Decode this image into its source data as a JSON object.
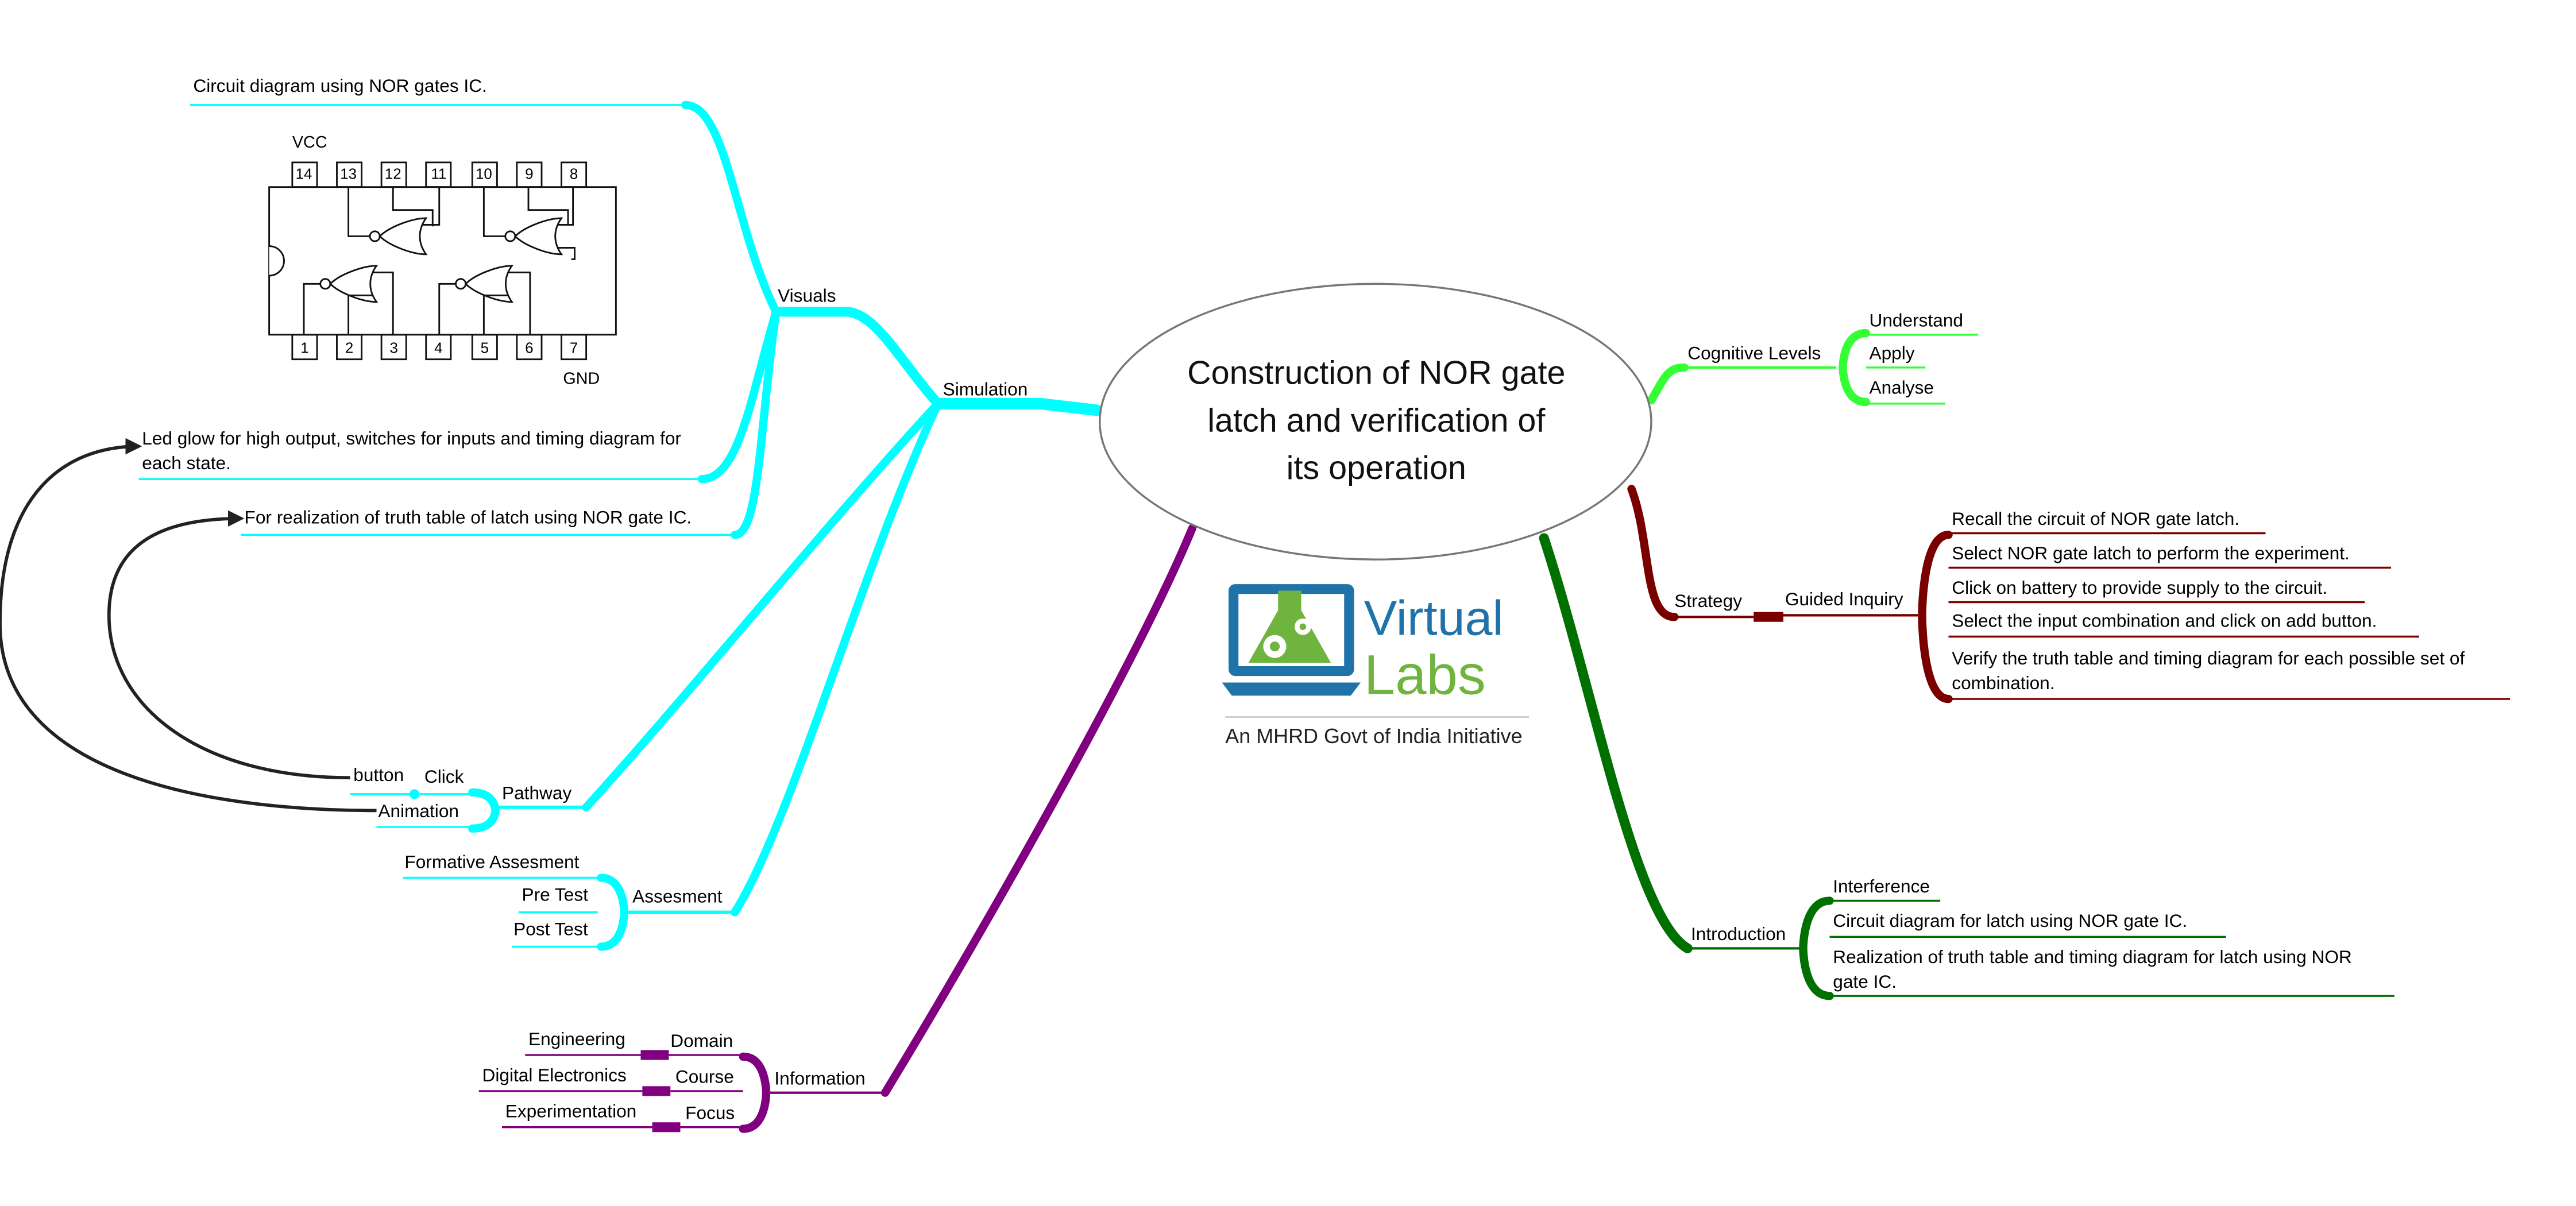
{
  "central_topic": "Construction of NOR gate latch and verification of its operation",
  "logo": {
    "word1": "Virtual",
    "word2": "Labs",
    "tagline": "An MHRD Govt of India Initiative"
  },
  "branches": {
    "simulation": {
      "label": "Simulation",
      "color": "#00ffff",
      "visuals": {
        "label": "Visuals",
        "items": [
          "Circuit diagram using NOR gates IC.",
          "Led glow for high output, switches for inputs and timing diagram for each state.",
          "For realization of truth table of latch using NOR gate IC."
        ]
      },
      "pathway": {
        "label": "Pathway",
        "click": "Click",
        "button": "button",
        "animation": "Animation"
      },
      "assesment": {
        "label": "Assesment",
        "items": [
          "Formative Assesment",
          "Pre Test",
          "Post Test"
        ]
      }
    },
    "cognitive_levels": {
      "label": "Cognitive Levels",
      "color": "#33ff33",
      "items": [
        "Understand",
        "Apply",
        "Analyse"
      ]
    },
    "strategy": {
      "label": "Strategy",
      "color": "#7a0000",
      "guided_inquiry": {
        "label": "Guided Inquiry",
        "items": [
          "Recall the circuit of NOR gate latch.",
          "Select NOR gate latch to perform the experiment.",
          "Click on battery to provide supply to the circuit.",
          "Select the input combination and click on add button.",
          "Verify the truth table and timing diagram for each possible set of combination."
        ]
      }
    },
    "introduction": {
      "label": "Introduction",
      "color": "#007000",
      "items": [
        "Interference",
        "Circuit diagram for latch using NOR gate IC.",
        "Realization of truth table and timing diagram for latch using NOR gate IC."
      ]
    },
    "information": {
      "label": "Information",
      "color": "#800080",
      "items": [
        {
          "key": "Domain",
          "value": "Engineering"
        },
        {
          "key": "Course",
          "value": "Digital Electronics"
        },
        {
          "key": "Focus",
          "value": "Experimentation"
        }
      ]
    }
  },
  "ic_diagram": {
    "vcc": "VCC",
    "gnd": "GND",
    "top_pins": [
      "14",
      "13",
      "12",
      "11",
      "10",
      "9",
      "8"
    ],
    "bottom_pins": [
      "1",
      "2",
      "3",
      "4",
      "5",
      "6",
      "7"
    ]
  }
}
